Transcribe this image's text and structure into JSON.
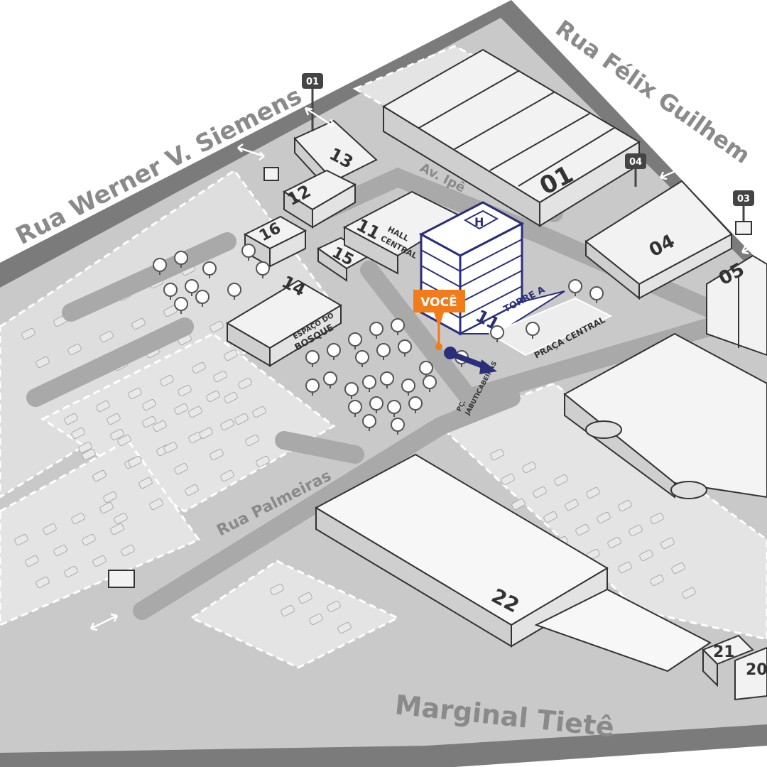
{
  "streets": {
    "werner": "Rua Werner V. Siemens",
    "felix": "Rua Félix Guilhem",
    "marginal": "Marginal Tietê",
    "palmeiras": "Rua Palmeiras",
    "ipe": "Av. Ipê"
  },
  "gates": [
    "01",
    "04",
    "03"
  ],
  "buildings": {
    "b01": "01",
    "b04": "04",
    "b05": "05",
    "b11": "11",
    "b12": "12",
    "b13": "13",
    "b14": "14",
    "b15": "15",
    "b16": "16",
    "b20": "20",
    "b21": "21",
    "b22": "22"
  },
  "labels": {
    "hall_line1": "HALL",
    "hall_line2": "CENTRAL",
    "torre_num": "11",
    "torre": "TORRE A",
    "helipad": "H",
    "bosque_line1": "ESPAÇO DO",
    "bosque_line2": "BOSQUE",
    "praca": "PRAÇA CENTRAL",
    "jabuti_line1": "PÇ.",
    "jabuti_line2": "JABUTICABEIRAS"
  },
  "marker": {
    "label": "VOCÊ",
    "color": "#f07c1b"
  },
  "colors": {
    "road": "#7d7d7d",
    "lot": "#d9d9d9",
    "highlight": "#2b2f7a"
  }
}
